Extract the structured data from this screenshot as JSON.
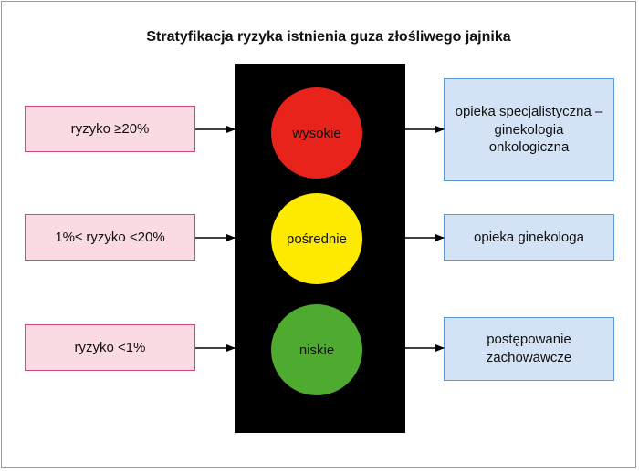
{
  "title": "Stratyfikacja ryzyka istnienia guza złośliwego jajnika",
  "risk_levels": [
    {
      "risk": "ryzyko ≥20%",
      "level": "wysokie",
      "care": "opieka specjalistyczna – ginekologia onkologiczna",
      "color": "#e8231b"
    },
    {
      "risk": "1%≤ ryzyko <20%",
      "level": "pośrednie",
      "care": "opieka ginekologa",
      "color": "#fdea00"
    },
    {
      "risk": "ryzyko <1%",
      "level": "niskie",
      "care": "postępowanie zachowawcze",
      "color": "#4fab2f"
    }
  ]
}
